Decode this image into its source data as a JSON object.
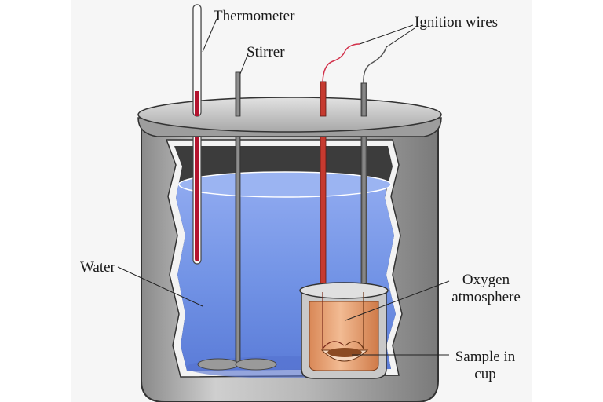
{
  "labels": {
    "thermometer": "Thermometer",
    "stirrer": "Stirrer",
    "ignition_wires": "Ignition wires",
    "water": "Water",
    "oxygen_line1": "Oxygen",
    "oxygen_line2": "atmosphere",
    "sample_line1": "Sample in",
    "sample_line2": "cup"
  },
  "colors": {
    "panel_bg": "#f6f6f6",
    "steel_light": "#cfcfcf",
    "steel_dark": "#7d7d7d",
    "water": "#6f8fe3",
    "water_light": "#a9bff2",
    "thermometer_red": "#b3132e",
    "ignition_wire": "#d2304a",
    "bomb_fill": "#e8a070",
    "sample": "#8b4a22"
  }
}
